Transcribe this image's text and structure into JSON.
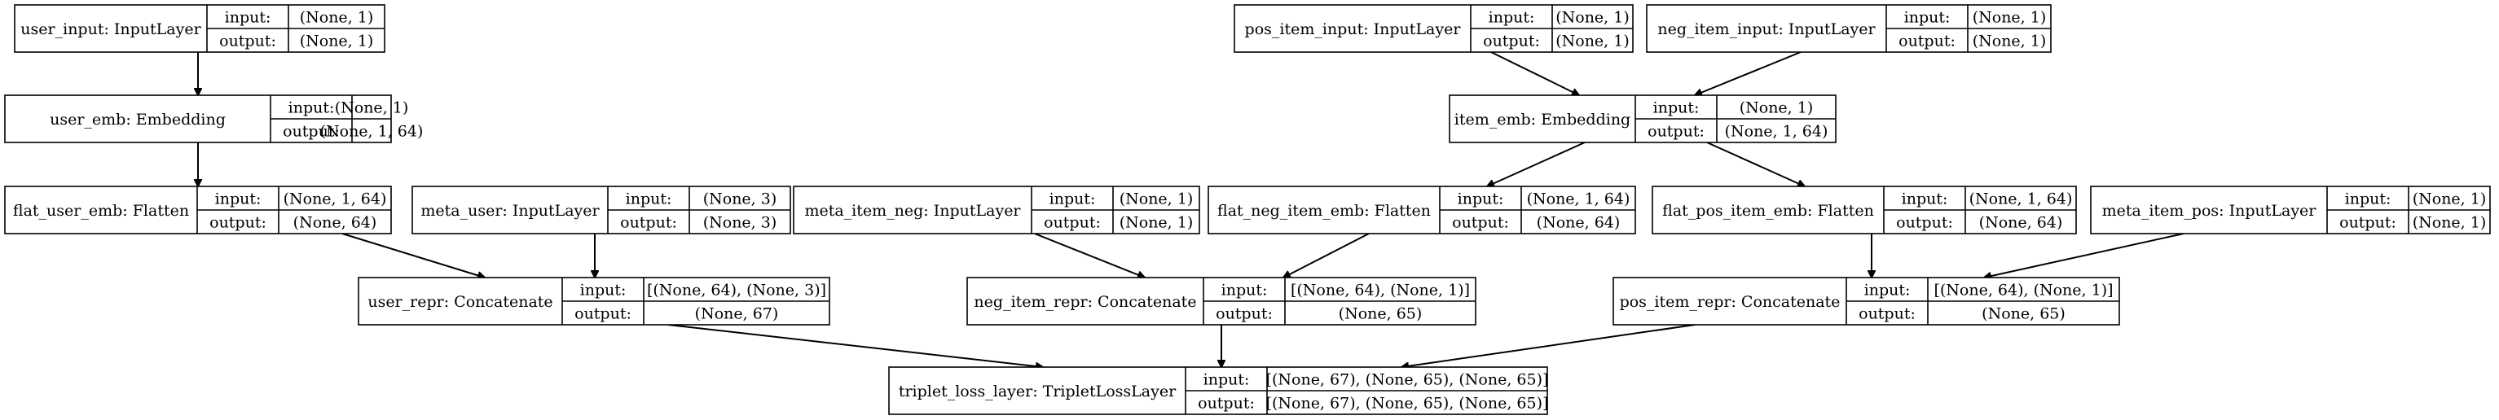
{
  "diagram": {
    "nodes": [
      {
        "id": "user_input",
        "label": "user_input: InputLayer",
        "input": "(None, 1)",
        "output": "(None, 1)"
      },
      {
        "id": "pos_item_input",
        "label": "pos_item_input: InputLayer",
        "input": "(None, 1)",
        "output": "(None, 1)"
      },
      {
        "id": "neg_item_input",
        "label": "neg_item_input: InputLayer",
        "input": "(None, 1)",
        "output": "(None, 1)"
      },
      {
        "id": "user_emb",
        "label": "user_emb: Embedding",
        "input": "(None, 1)",
        "output": "(None, 1, 64)"
      },
      {
        "id": "item_emb",
        "label": "item_emb: Embedding",
        "input": "(None, 1)",
        "output": "(None, 1, 64)"
      },
      {
        "id": "flat_user_emb",
        "label": "flat_user_emb: Flatten",
        "input": "(None, 1, 64)",
        "output": "(None, 64)"
      },
      {
        "id": "meta_user",
        "label": "meta_user: InputLayer",
        "input": "(None, 3)",
        "output": "(None, 3)"
      },
      {
        "id": "meta_item_neg",
        "label": "meta_item_neg: InputLayer",
        "input": "(None, 1)",
        "output": "(None, 1)"
      },
      {
        "id": "flat_neg_item_emb",
        "label": "flat_neg_item_emb: Flatten",
        "input": "(None, 1, 64)",
        "output": "(None, 64)"
      },
      {
        "id": "flat_pos_item_emb",
        "label": "flat_pos_item_emb: Flatten",
        "input": "(None, 1, 64)",
        "output": "(None, 64)"
      },
      {
        "id": "meta_item_pos",
        "label": "meta_item_pos: InputLayer",
        "input": "(None, 1)",
        "output": "(None, 1)"
      },
      {
        "id": "user_repr",
        "label": "user_repr: Concatenate",
        "input": "[(None, 64), (None, 3)]",
        "output": "(None, 67)"
      },
      {
        "id": "neg_item_repr",
        "label": "neg_item_repr: Concatenate",
        "input": "[(None, 64), (None, 1)]",
        "output": "(None, 65)"
      },
      {
        "id": "pos_item_repr",
        "label": "pos_item_repr: Concatenate",
        "input": "[(None, 64), (None, 1)]",
        "output": "(None, 65)"
      },
      {
        "id": "triplet_loss_layer",
        "label": "triplet_loss_layer: TripletLossLayer",
        "input": "[(None, 67), (None, 65), (None, 65)]",
        "output": "[(None, 67), (None, 65), (None, 65)]"
      }
    ],
    "port_labels": {
      "input": "input:",
      "output": "output:"
    },
    "edges": [
      [
        "user_input",
        "user_emb"
      ],
      [
        "pos_item_input",
        "item_emb"
      ],
      [
        "neg_item_input",
        "item_emb"
      ],
      [
        "user_emb",
        "flat_user_emb"
      ],
      [
        "item_emb",
        "flat_neg_item_emb"
      ],
      [
        "item_emb",
        "flat_pos_item_emb"
      ],
      [
        "flat_user_emb",
        "user_repr"
      ],
      [
        "meta_user",
        "user_repr"
      ],
      [
        "meta_item_neg",
        "neg_item_repr"
      ],
      [
        "flat_neg_item_emb",
        "neg_item_repr"
      ],
      [
        "flat_pos_item_emb",
        "pos_item_repr"
      ],
      [
        "meta_item_pos",
        "pos_item_repr"
      ],
      [
        "user_repr",
        "triplet_loss_layer"
      ],
      [
        "neg_item_repr",
        "triplet_loss_layer"
      ],
      [
        "pos_item_repr",
        "triplet_loss_layer"
      ]
    ]
  }
}
